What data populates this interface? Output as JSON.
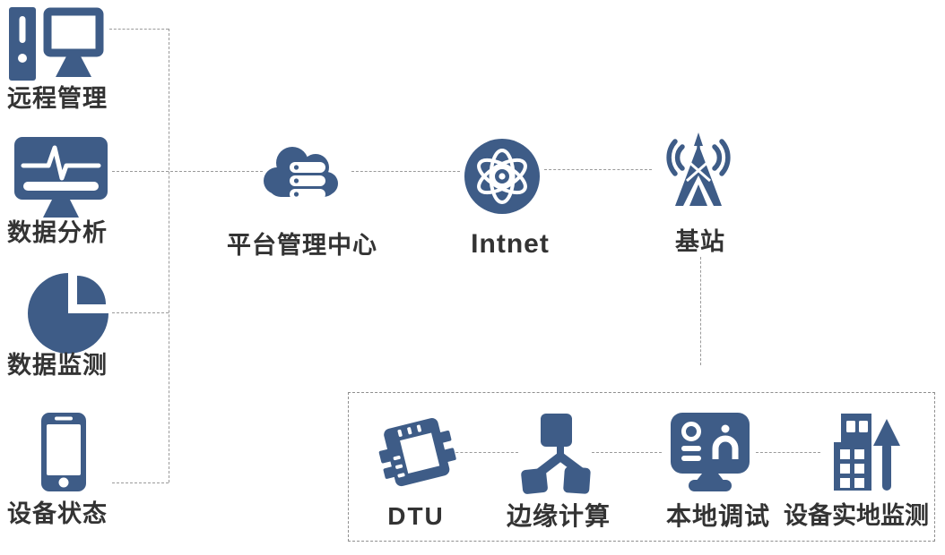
{
  "diagram_title": "DTU IoT architecture diagram",
  "colors": {
    "icon_blue": "#3e5c87",
    "label_text": "#333333",
    "connector_gray": "#9a9a9a",
    "box_border": "#8f8f8f",
    "background": "#ffffff"
  },
  "left_column": {
    "items": [
      {
        "label": "远程管理",
        "icon": "desktop-computer-icon"
      },
      {
        "label": "数据分析",
        "icon": "pulse-monitor-icon"
      },
      {
        "label": "数据监测",
        "icon": "pie-chart-icon"
      },
      {
        "label": "设备状态",
        "icon": "smartphone-icon"
      }
    ]
  },
  "backbone": {
    "items": [
      {
        "label": "平台管理中心",
        "icon": "cloud-server-icon"
      },
      {
        "label": "Intnet",
        "icon": "globe-network-icon"
      },
      {
        "label": "基站",
        "icon": "signal-tower-icon"
      }
    ]
  },
  "device_box": {
    "items": [
      {
        "label": "DTU",
        "icon": "dtu-chip-icon"
      },
      {
        "label": "边缘计算",
        "icon": "edge-computing-icon"
      },
      {
        "label": "本地调试",
        "icon": "debug-terminal-icon"
      },
      {
        "label": "设备实地监测",
        "icon": "building-monitor-icon"
      }
    ]
  }
}
